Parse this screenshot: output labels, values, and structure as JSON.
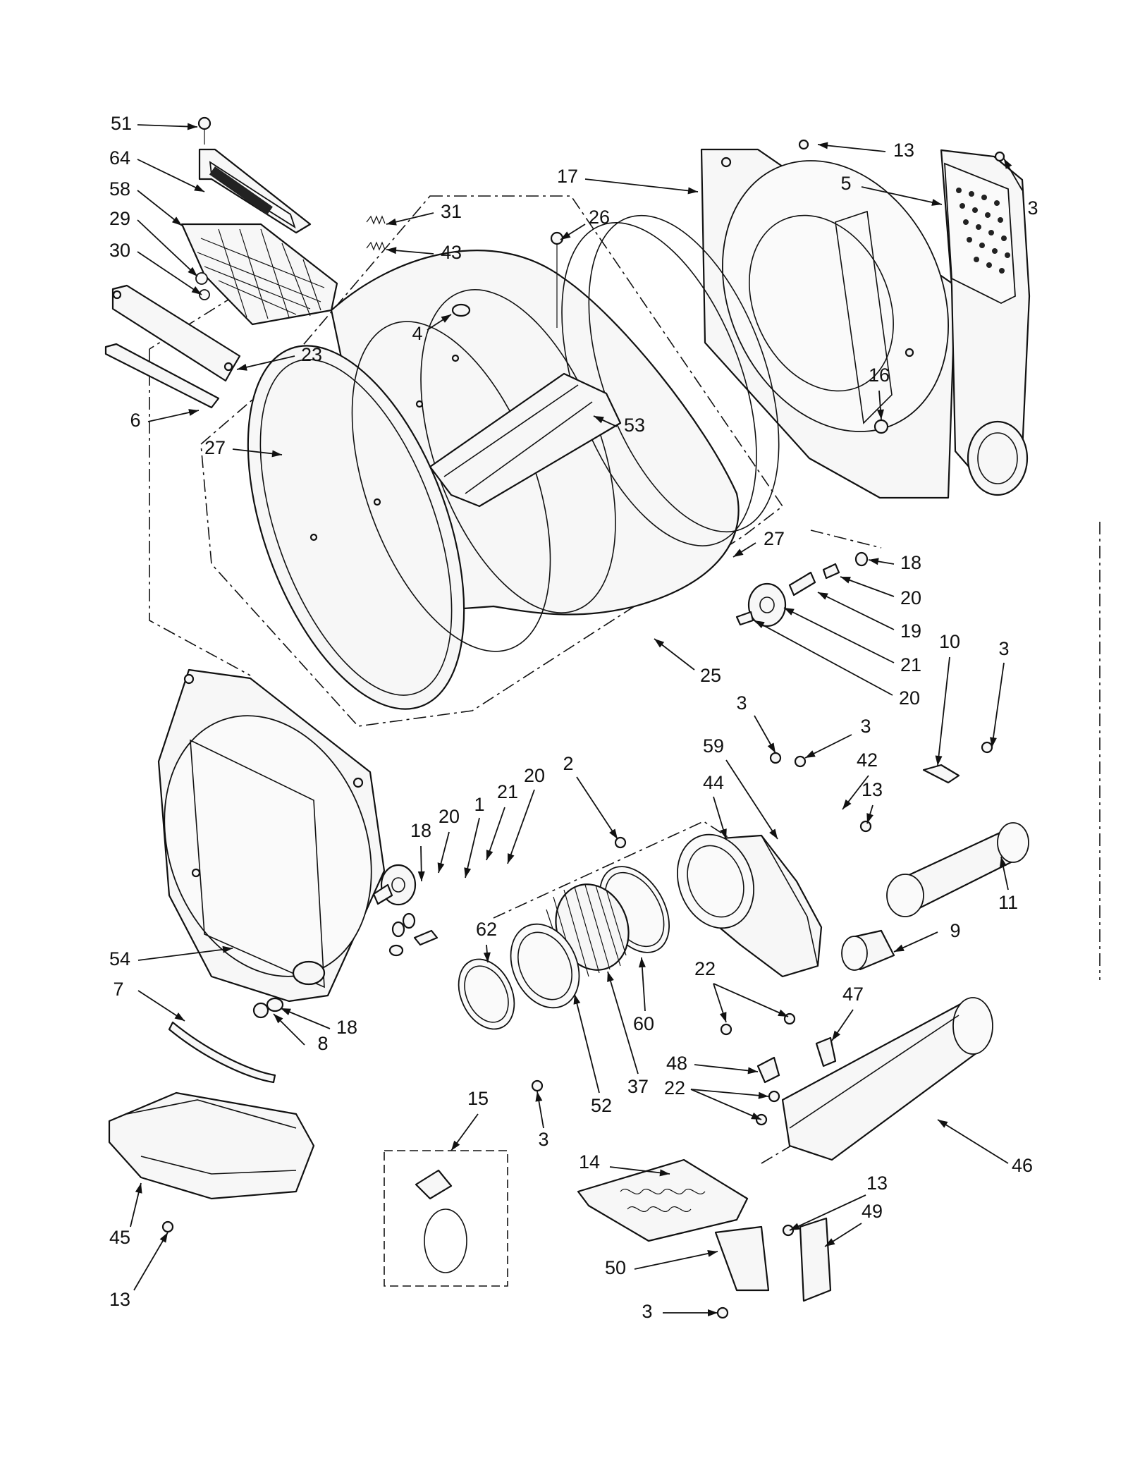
{
  "callouts": [
    {
      "label": "51"
    },
    {
      "label": "64"
    },
    {
      "label": "58"
    },
    {
      "label": "29"
    },
    {
      "label": "30"
    },
    {
      "label": "31"
    },
    {
      "label": "43"
    },
    {
      "label": "23"
    },
    {
      "label": "6"
    },
    {
      "label": "26"
    },
    {
      "label": "4"
    },
    {
      "label": "27"
    },
    {
      "label": "53"
    },
    {
      "label": "27"
    },
    {
      "label": "25"
    },
    {
      "label": "17"
    },
    {
      "label": "13"
    },
    {
      "label": "5"
    },
    {
      "label": "3"
    },
    {
      "label": "16"
    },
    {
      "label": "18"
    },
    {
      "label": "20"
    },
    {
      "label": "19"
    },
    {
      "label": "21"
    },
    {
      "label": "20"
    },
    {
      "label": "10"
    },
    {
      "label": "3"
    },
    {
      "label": "3"
    },
    {
      "label": "3"
    },
    {
      "label": "59"
    },
    {
      "label": "42"
    },
    {
      "label": "44"
    },
    {
      "label": "13"
    },
    {
      "label": "11"
    },
    {
      "label": "9"
    },
    {
      "label": "2"
    },
    {
      "label": "1"
    },
    {
      "label": "21"
    },
    {
      "label": "20"
    },
    {
      "label": "18"
    },
    {
      "label": "20"
    },
    {
      "label": "54"
    },
    {
      "label": "7"
    },
    {
      "label": "8"
    },
    {
      "label": "18"
    },
    {
      "label": "62"
    },
    {
      "label": "60"
    },
    {
      "label": "37"
    },
    {
      "label": "52"
    },
    {
      "label": "22"
    },
    {
      "label": "47"
    },
    {
      "label": "48"
    },
    {
      "label": "22"
    },
    {
      "label": "46"
    },
    {
      "label": "15"
    },
    {
      "label": "14"
    },
    {
      "label": "3"
    },
    {
      "label": "45"
    },
    {
      "label": "13"
    },
    {
      "label": "13"
    },
    {
      "label": "49"
    },
    {
      "label": "50"
    },
    {
      "label": "3"
    }
  ]
}
